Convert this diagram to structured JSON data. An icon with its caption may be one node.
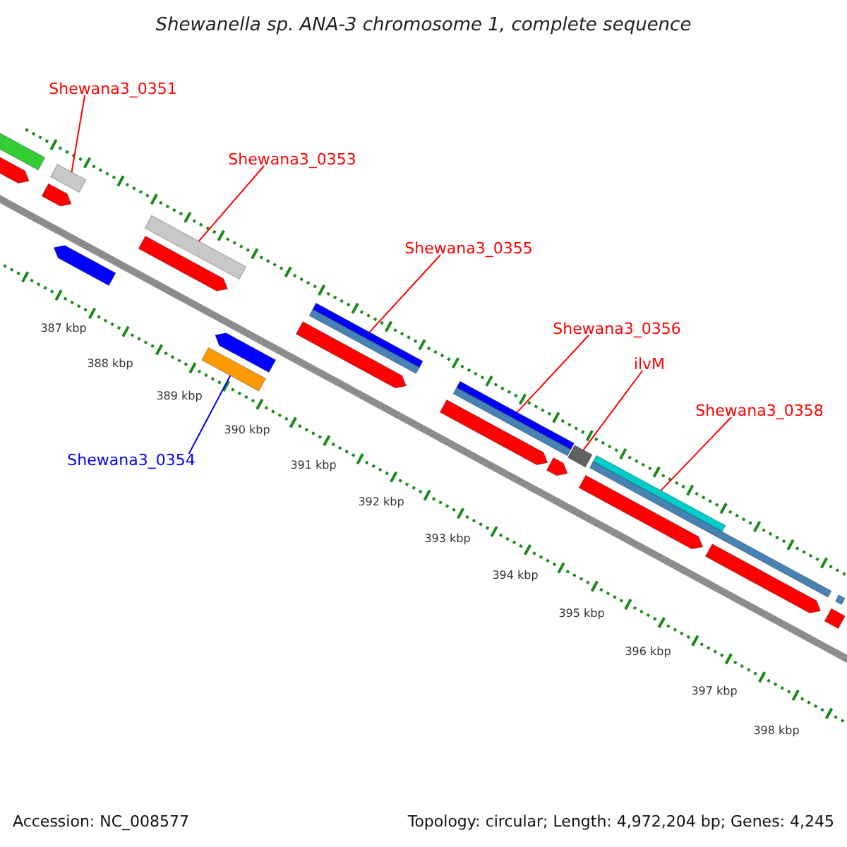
{
  "diagram": {
    "title": "Shewanella sp. ANA-3 chromosome 1, complete sequence",
    "nodes": [
      {
        "text": [
          "Shewana3_0351"
        ]
      },
      {
        "text": [],
        "shape": "bar"
      },
      {
        "text": [
          "Shewana3_0353"
        ]
      },
      {
        "text": [],
        "shape": "bar"
      },
      {
        "text": [
          "Shewana3_0355"
        ]
      },
      {
        "text": [],
        "shape": "bar"
      },
      {
        "text": [
          "Shewana3_0356"
        ]
      },
      {
        "text": [],
        "shape": "bar"
      },
      {
        "text": [
          "ilvM"
        ]
      },
      {
        "text": [],
        "shape": "bar"
      },
      {
        "text": [
          "Shewana3_0358"
        ]
      },
      {
        "text": [],
        "shape": "bar"
      },
      {
        "text": [
          "Shewana3_0354"
        ]
      },
      {
        "text": [],
        "shape": "bar"
      },
      {
        "text": [],
        "shape": "bar"
      },
      {
        "text": [],
        "shape": "bar"
      },
      {
        "text": [],
        "shape": "bar"
      },
      {
        "text": [],
        "shape": "bar"
      },
      {
        "text": [],
        "shape": "bar"
      },
      {
        "text": [],
        "shape": "bar"
      },
      {
        "text": [],
        "shape": "bar"
      },
      {
        "text": [],
        "shape": "bar"
      },
      {
        "text": [],
        "shape": "bar"
      },
      {
        "text": [],
        "shape": "bar"
      },
      {
        "text": [],
        "shape": "bar"
      },
      {
        "text": [],
        "shape": "bar"
      },
      {
        "text": [],
        "shape": "bar"
      },
      {
        "text": [],
        "shape": "bar"
      },
      {
        "text": [],
        "shape": "bar"
      },
      {
        "text": [],
        "shape": "bar"
      }
    ],
    "edges": [
      {
        "from": 0,
        "to": 1,
        "arrow": "none"
      },
      {
        "from": 2,
        "to": 3,
        "arrow": "none"
      },
      {
        "from": 4,
        "to": 5,
        "arrow": "none"
      },
      {
        "from": 6,
        "to": 7,
        "arrow": "none"
      },
      {
        "from": 8,
        "to": 9,
        "arrow": "none"
      },
      {
        "from": 10,
        "to": 11,
        "arrow": "none"
      },
      {
        "from": 12,
        "to": 13,
        "arrow": "none",
        "color": "#0000ff"
      }
    ],
    "labels": [
      "387 kbp",
      "388 kbp",
      "389 kbp",
      "390 kbp",
      "391 kbp",
      "392 kbp",
      "393 kbp",
      "394 kbp",
      "395 kbp",
      "396 kbp",
      "397 kbp",
      "398 kbp",
      "Accession: NC_008577",
      "Topology: circular; Length: 4,972,204 bp; Genes: 4,245"
    ]
  }
}
